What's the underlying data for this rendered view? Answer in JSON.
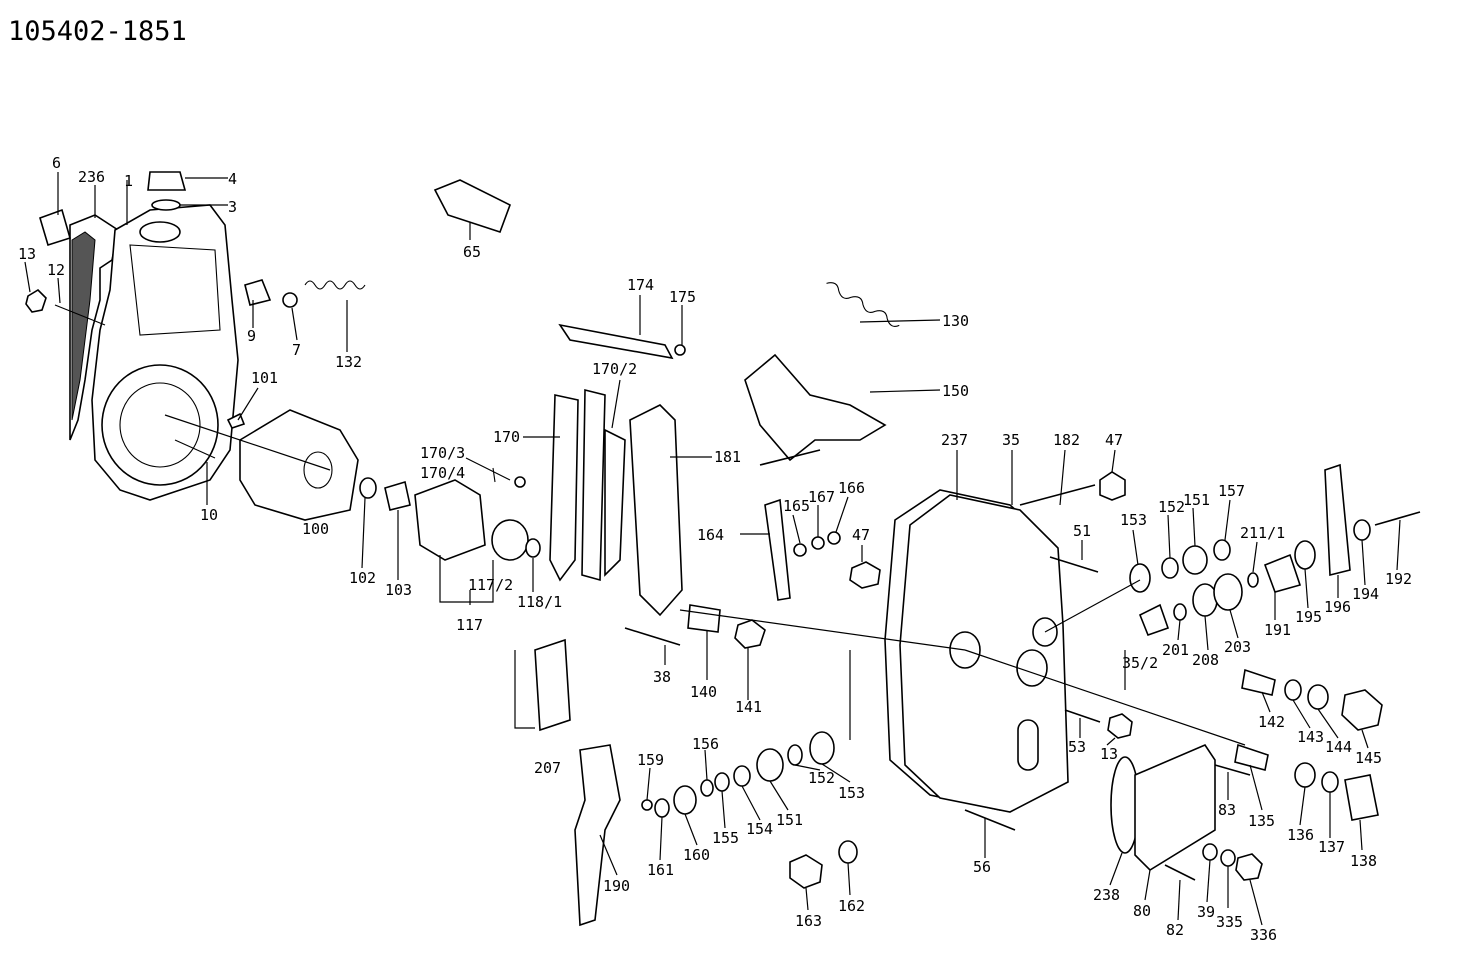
{
  "drawing_number": "105402-1851",
  "labels": {
    "l4": "4",
    "l3": "3",
    "l6": "6",
    "l236": "236",
    "l1": "1",
    "l13a": "13",
    "l12": "12",
    "l9": "9",
    "l7": "7",
    "l132": "132",
    "l65": "65",
    "l101": "101",
    "l10": "10",
    "l100": "100",
    "l102": "102",
    "l103": "103",
    "l117_2": "117/2",
    "l117": "117",
    "l118_1": "118/1",
    "l170_3": "170/3",
    "l170_4": "170/4",
    "l170": "170",
    "l174": "174",
    "l175": "175",
    "l170_2": "170/2",
    "l181": "181",
    "l130": "130",
    "l150": "150",
    "l38": "38",
    "l140": "140",
    "l141": "141",
    "l207": "207",
    "l164": "164",
    "l165": "165",
    "l167": "167",
    "l166": "166",
    "l47a": "47",
    "l237": "237",
    "l35": "35",
    "l182": "182",
    "l47b": "47",
    "l51": "51",
    "l153a": "153",
    "l152a": "152",
    "l151a": "151",
    "l157": "157",
    "l211_1": "211/1",
    "l35_2": "35/2",
    "l201": "201",
    "l208": "208",
    "l203": "203",
    "l191": "191",
    "l195": "195",
    "l196": "196",
    "l194": "194",
    "l192": "192",
    "l142": "142",
    "l143": "143",
    "l144": "144",
    "l145": "145",
    "l53": "53",
    "l13b": "13",
    "l159": "159",
    "l156": "156",
    "l161": "161",
    "l160": "160",
    "l155": "155",
    "l154": "154",
    "l151b": "151",
    "l152b": "152",
    "l153b": "153",
    "l190": "190",
    "l163": "163",
    "l162": "162",
    "l56": "56",
    "l83": "83",
    "l135": "135",
    "l136": "136",
    "l137": "137",
    "l138": "138",
    "l238": "238",
    "l80": "80",
    "l82": "82",
    "l39": "39",
    "l335": "335",
    "l336": "336"
  }
}
